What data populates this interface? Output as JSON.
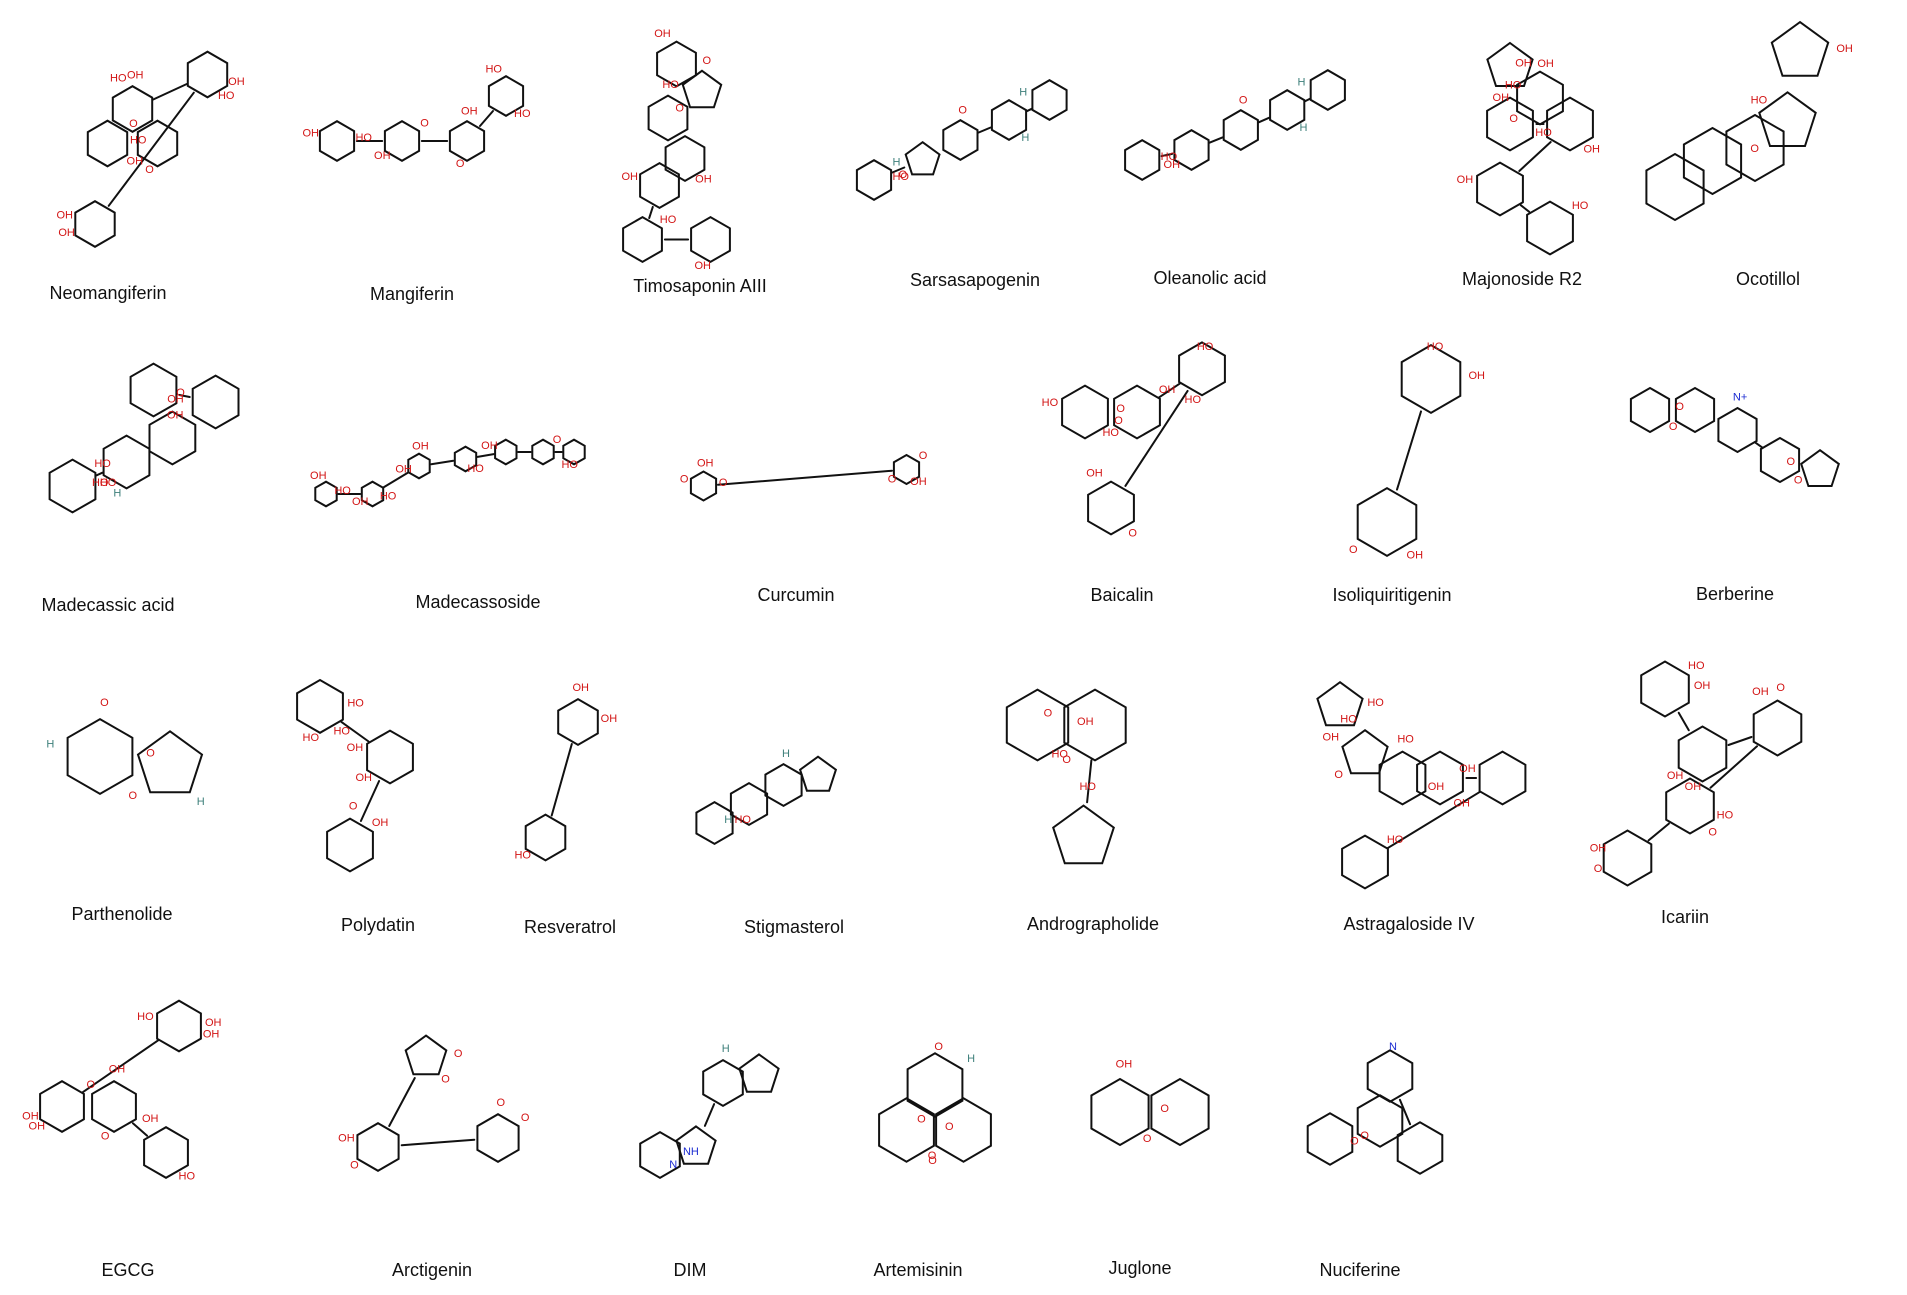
{
  "figure": {
    "compounds": [
      {
        "name": "Neomangiferin",
        "kind": "xanthone-glyco2",
        "labels": [
          "HO",
          "OH",
          "OH",
          "HO",
          "OH",
          "O",
          "O",
          "HO",
          "OH",
          "OH"
        ]
      },
      {
        "name": "Mangiferin",
        "kind": "xanthone-glyco",
        "labels": [
          "HO",
          "OH",
          "OH",
          "HO",
          "OH",
          "O",
          "O",
          "HO"
        ]
      },
      {
        "name": "Timosaponin AIII",
        "kind": "steroid-saponin",
        "labels": [
          "O",
          "O",
          "HO",
          "OH",
          "OH",
          "HO",
          "OH",
          "OH"
        ]
      },
      {
        "name": "Sarsasapogenin",
        "kind": "steroid-spiro",
        "labels": [
          "HO",
          "O",
          "O",
          "H",
          "H",
          "H"
        ]
      },
      {
        "name": "Oleanolic acid",
        "kind": "triterpene",
        "labels": [
          "HO",
          "OH",
          "O",
          "H",
          "H"
        ]
      },
      {
        "name": "Majonoside R2",
        "kind": "saponin-tall",
        "labels": [
          "OH",
          "O",
          "HO",
          "OH",
          "OH",
          "HO",
          "OH",
          "OH",
          "HO"
        ]
      },
      {
        "name": "Ocotillol",
        "kind": "ocotillol",
        "labels": [
          "OH",
          "O",
          "HO"
        ]
      },
      {
        "name": "Madecassic acid",
        "kind": "triterpene2",
        "labels": [
          "HO",
          "HO",
          "OH",
          "OH",
          "O",
          "HO",
          "H"
        ]
      },
      {
        "name": "Madecassoside",
        "kind": "madecassoside",
        "labels": [
          "HO",
          "OH",
          "OH",
          "HO",
          "OH",
          "O",
          "HO",
          "OH",
          "HO",
          "OH"
        ]
      },
      {
        "name": "Curcumin",
        "kind": "curcumin",
        "labels": [
          "O",
          "O",
          "OH",
          "OH",
          "O",
          "O"
        ]
      },
      {
        "name": "Baicalin",
        "kind": "baicalin",
        "labels": [
          "O",
          "HO",
          "HO",
          "O",
          "HO",
          "OH",
          "HO",
          "OH",
          "O"
        ]
      },
      {
        "name": "Isoliquiritigenin",
        "kind": "chalcone",
        "labels": [
          "OH",
          "O",
          "HO",
          "OH"
        ]
      },
      {
        "name": "Berberine",
        "kind": "berberine",
        "labels": [
          "O",
          "O",
          "N+",
          "O",
          "O"
        ]
      },
      {
        "name": "Parthenolide",
        "kind": "parthenolide",
        "labels": [
          "O",
          "O",
          "O",
          "H",
          "H"
        ]
      },
      {
        "name": "Polydatin",
        "kind": "polydatin",
        "labels": [
          "HO",
          "OH",
          "O",
          "HO",
          "OH",
          "OH",
          "HO"
        ]
      },
      {
        "name": "Resveratrol",
        "kind": "resveratrol",
        "labels": [
          "OH",
          "HO",
          "OH"
        ]
      },
      {
        "name": "Stigmasterol",
        "kind": "stigmasterol",
        "labels": [
          "HO",
          "H",
          "H"
        ]
      },
      {
        "name": "Andrographolide",
        "kind": "andrographolide",
        "labels": [
          "OH",
          "HO",
          "HO",
          "O",
          "O"
        ]
      },
      {
        "name": "Astragaloside IV",
        "kind": "astragaloside",
        "labels": [
          "HO",
          "O",
          "HO",
          "OH",
          "OH",
          "HO",
          "OH",
          "HO",
          "OH"
        ]
      },
      {
        "name": "Icariin",
        "kind": "icariin",
        "labels": [
          "OH",
          "OH",
          "O",
          "O",
          "OH",
          "HO",
          "OH",
          "OH",
          "HO",
          "O"
        ]
      },
      {
        "name": "EGCG",
        "kind": "egcg",
        "labels": [
          "OH",
          "OH",
          "OH",
          "HO",
          "HO",
          "O",
          "O",
          "OH",
          "OH",
          "OH"
        ]
      },
      {
        "name": "Arctigenin",
        "kind": "arctigenin",
        "labels": [
          "O",
          "O",
          "O",
          "O",
          "OH",
          "O"
        ]
      },
      {
        "name": "DIM",
        "kind": "dim",
        "labels": [
          "NH",
          "N",
          "H"
        ]
      },
      {
        "name": "Artemisinin",
        "kind": "artemisinin",
        "labels": [
          "O",
          "O",
          "O",
          "O",
          "O",
          "H"
        ]
      },
      {
        "name": "Juglone",
        "kind": "juglone",
        "labels": [
          "O",
          "O",
          "OH"
        ]
      },
      {
        "name": "Nuciferine",
        "kind": "nuciferine",
        "labels": [
          "O",
          "O",
          "N"
        ]
      }
    ]
  }
}
